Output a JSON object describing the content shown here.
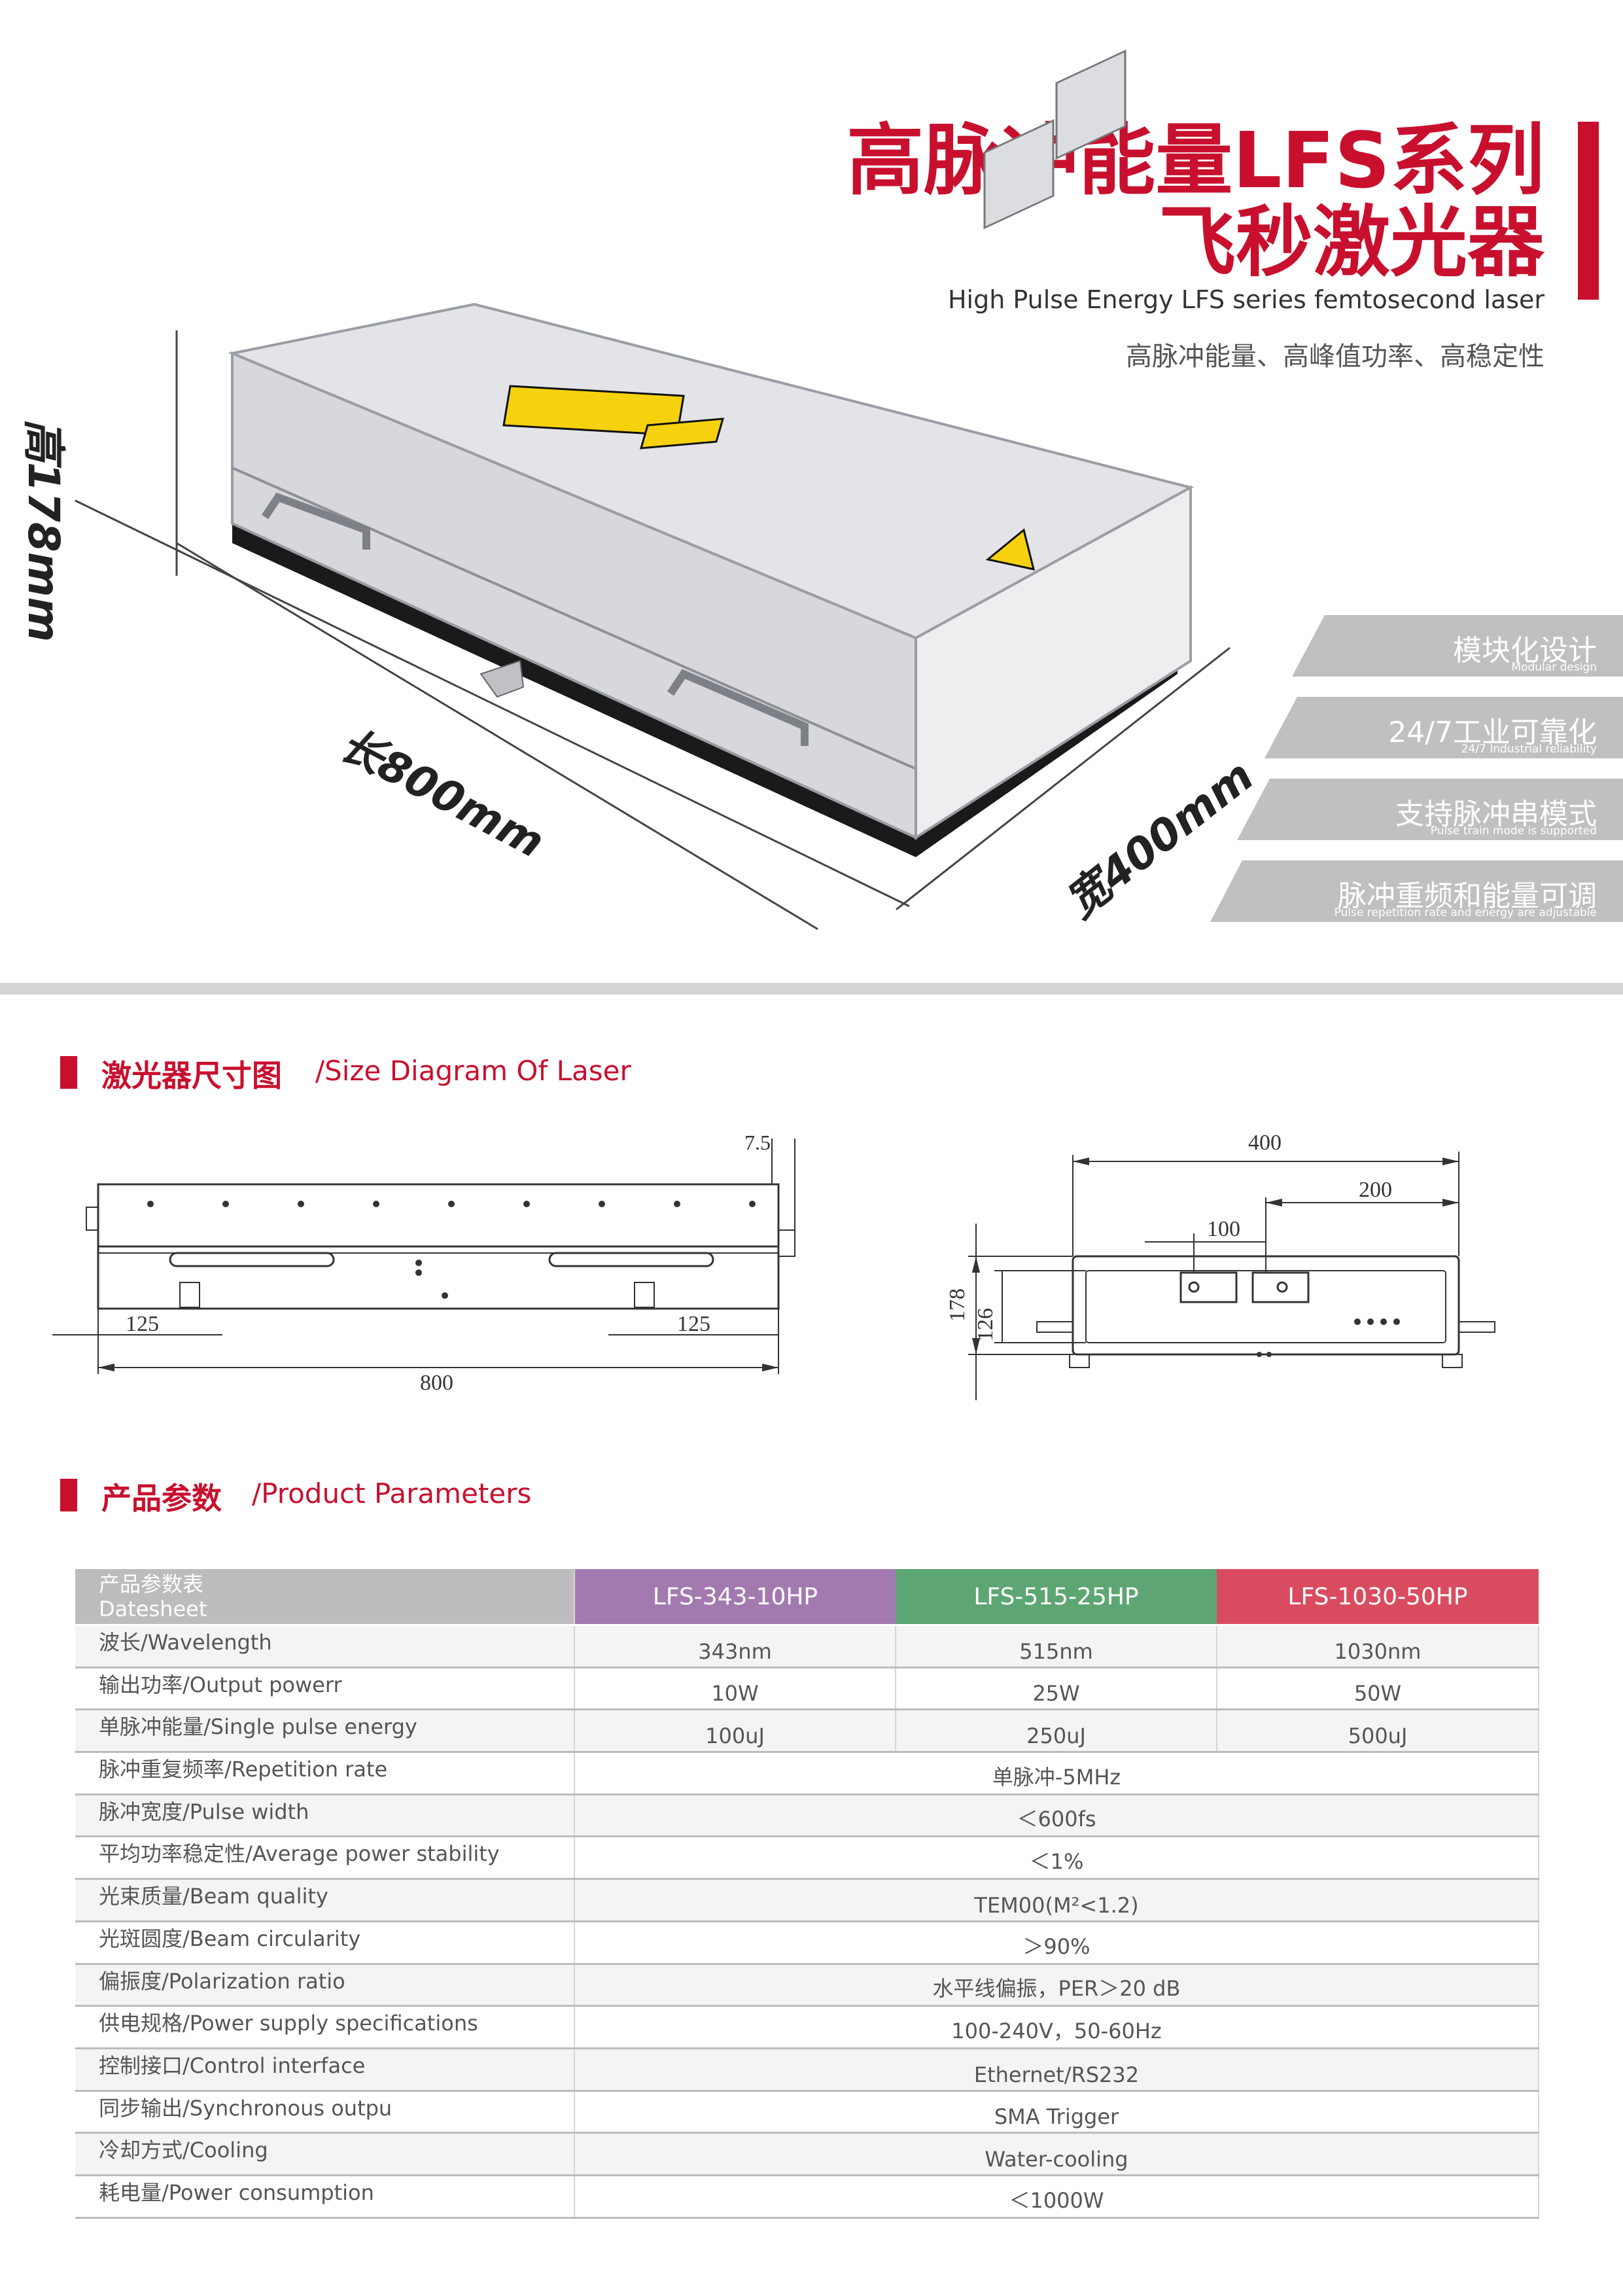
{
  "header": {
    "title_line1": "高脉冲能量LFS系列",
    "title_line2": "飞秒激光器",
    "subtitle_en": "High Pulse Energy LFS series femtosecond laser",
    "subtitle_cn": "高脉冲能量、高峰值功率、高稳定性"
  },
  "dimensions": {
    "height": "高178mm",
    "length": "长800mm",
    "width": "宽400mm"
  },
  "features": [
    {
      "cn": "模块化设计",
      "en": "Modular design"
    },
    {
      "cn": "24/7工业可靠化",
      "en": "24/7 Industrial reliability"
    },
    {
      "cn": "支持脉冲串模式",
      "en": "Pulse train mode is supported"
    },
    {
      "cn": "脉冲重频和能量可调",
      "en": "Pulse repetition rate and energy are adjustable"
    }
  ],
  "size_section": {
    "title_cn": "激光器尺寸图",
    "title_en": "/Size Diagram Of Laser"
  },
  "side_view": {
    "dim_top": "7.5",
    "dim_left": "125",
    "dim_right": "125",
    "dim_total": "800"
  },
  "front_view": {
    "dim_total": "400",
    "dim_half": "200",
    "dim_spacing": "100",
    "dim_height": "178",
    "dim_inner": "126"
  },
  "params_section": {
    "title_cn": "产品参数",
    "title_en": "/Product Parameters"
  },
  "table": {
    "header_label_cn": "产品参数表",
    "header_label_en": "Datesheet",
    "models": [
      "LFS-343-10HP",
      "LFS-515-25HP",
      "LFS-1030-50HP"
    ],
    "model_colors": [
      "#a37ab0",
      "#5da673",
      "#d94c60"
    ],
    "rows": [
      {
        "label": "波长/Wavelength",
        "values": [
          "343nm",
          "515nm",
          "1030nm"
        ]
      },
      {
        "label": "输出功率/Output  powerr",
        "values": [
          "10W",
          "25W",
          "50W"
        ]
      },
      {
        "label": "单脉冲能量/Single pulse energy",
        "values": [
          "100uJ",
          "250uJ",
          "500uJ"
        ]
      },
      {
        "label": "脉冲重复频率/Repetition rate",
        "value": "单脉冲-5MHz"
      },
      {
        "label": "脉冲宽度/Pulse width",
        "value": "＜600fs"
      },
      {
        "label": "平均功率稳定性/Average power stability",
        "value": "＜1%"
      },
      {
        "label": "光束质量/Beam quality",
        "value": "TEM00(M²<1.2)"
      },
      {
        "label": "光斑圆度/Beam circularity",
        "value": "＞90%"
      },
      {
        "label": "偏振度/Polarization ratio",
        "value": "水平线偏振，PER＞20 dB"
      },
      {
        "label": "供电规格/Power supply specifications",
        "value": "100-240V，50-60Hz"
      },
      {
        "label": "控制接口/Control interface",
        "value": "Ethernet/RS232"
      },
      {
        "label": "同步输出/Synchronous outpu",
        "value": "SMA Trigger"
      },
      {
        "label": "冷却方式/Cooling",
        "value": "Water-cooling"
      },
      {
        "label": "耗电量/Power consumption",
        "value": "＜1000W"
      }
    ]
  }
}
